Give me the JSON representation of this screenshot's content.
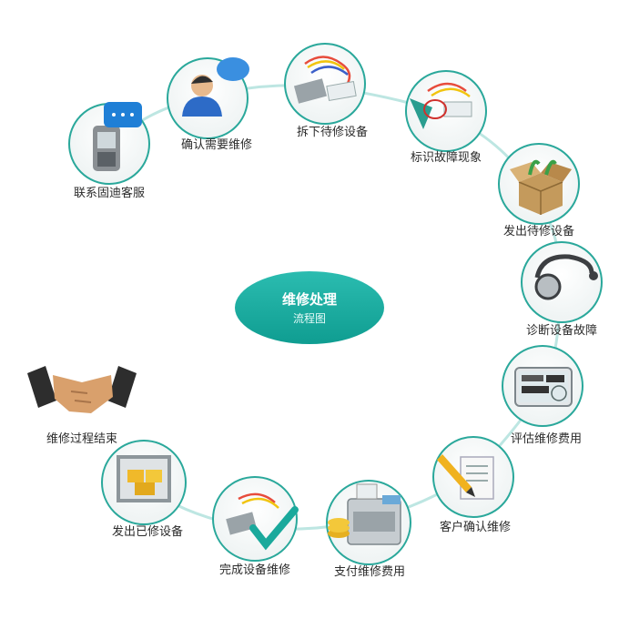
{
  "center": {
    "title": "维修处理",
    "subtitle": "流程图"
  },
  "steps": [
    {
      "label": "联系固迪客服",
      "icon": "mobile-phone-chat-icon"
    },
    {
      "label": "确认需要维修",
      "icon": "person-speech-bubble-icon"
    },
    {
      "label": "拆下待修设备",
      "icon": "cable-connector-icon"
    },
    {
      "label": "标识故障现象",
      "icon": "tagged-cable-icon"
    },
    {
      "label": "发出待修设备",
      "icon": "open-box-icon"
    },
    {
      "label": "诊断设备故障",
      "icon": "stethoscope-icon"
    },
    {
      "label": "评估维修费用",
      "icon": "digital-meter-icon"
    },
    {
      "label": "客户确认维修",
      "icon": "pencil-document-icon"
    },
    {
      "label": "支付维修费用",
      "icon": "cash-register-icon"
    },
    {
      "label": "完成设备维修",
      "icon": "cable-checkmark-icon"
    },
    {
      "label": "发出已修设备",
      "icon": "delivery-truck-icon"
    },
    {
      "label": "维修过程结束",
      "icon": "handshake-icon"
    }
  ],
  "colors": {
    "ring": "#bde6e2",
    "accent": "#1aa99c",
    "circle_border": "#2aa89b"
  }
}
